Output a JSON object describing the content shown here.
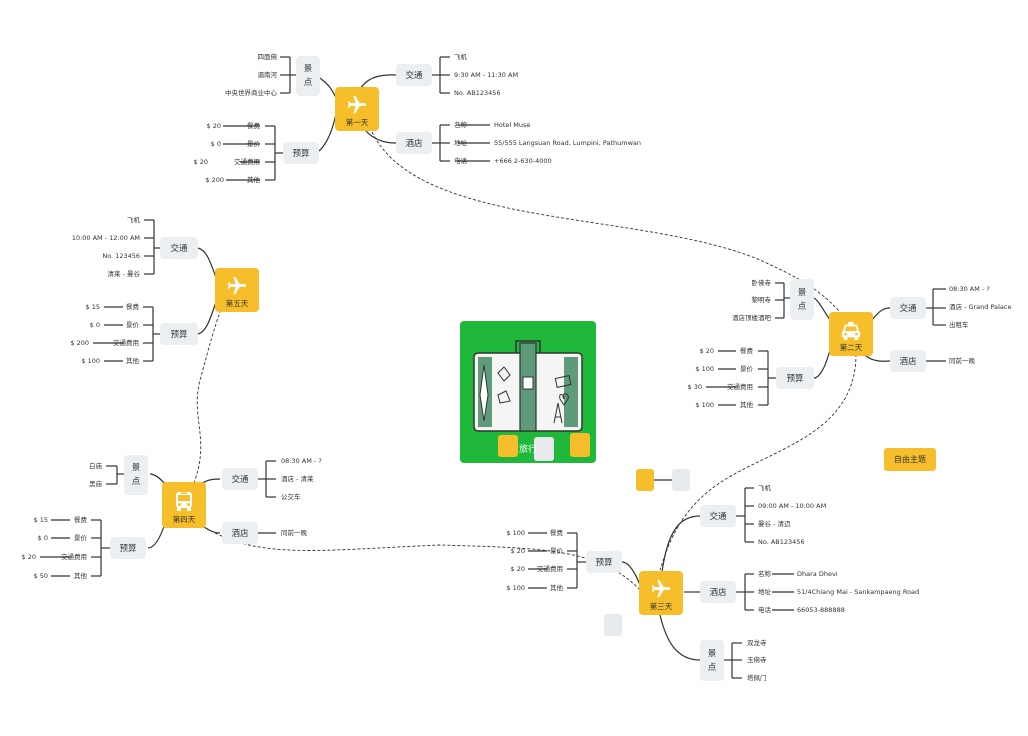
{
  "center": {
    "label": "旅行"
  },
  "free_topic": "自由主题",
  "days": {
    "d1": {
      "label": "第一天",
      "icon": "airplane-icon",
      "transport": {
        "label": "交通",
        "items": [
          "飞机",
          "9:30 AM - 11:30 AM",
          "No. AB123456"
        ]
      },
      "hotel": {
        "label": "酒店",
        "rows": [
          {
            "k": "名称",
            "v": "Hotel Muse"
          },
          {
            "k": "地址",
            "v": "55/555 Langsuan Road, Lumpini, Pathumwan"
          },
          {
            "k": "电话",
            "v": "+666 2-630-4000"
          }
        ]
      },
      "sights": {
        "label1": "景",
        "label2": "点",
        "items": [
          "四面佛",
          "湄南河",
          "中央世界商业中心"
        ]
      },
      "budget": {
        "label": "预算",
        "rows": [
          {
            "amt": "$ 20",
            "item": "餐费"
          },
          {
            "amt": "$ 0",
            "item": "景价"
          },
          {
            "amt": "$ 20",
            "item": "交通费用"
          },
          {
            "amt": "$ 200",
            "item": "其他"
          }
        ]
      }
    },
    "d2": {
      "label": "第二天",
      "icon": "taxi-icon",
      "transport": {
        "label": "交通",
        "items": [
          "08:30 AM - ?",
          "酒店 - Grand Palace",
          "出租车"
        ]
      },
      "hotel": {
        "label": "酒店",
        "note": "同前一晚"
      },
      "sights": {
        "label1": "景",
        "label2": "点",
        "items": [
          "卧佛寺",
          "黎明寺",
          "酒店顶楼酒吧"
        ]
      },
      "budget": {
        "label": "预算",
        "rows": [
          {
            "amt": "$ 20",
            "item": "餐费"
          },
          {
            "amt": "$ 100",
            "item": "景价"
          },
          {
            "amt": "$ 30",
            "item": "交通费用"
          },
          {
            "amt": "$ 100",
            "item": "其他"
          }
        ]
      }
    },
    "d3": {
      "label": "第三天",
      "icon": "airplane-icon",
      "transport": {
        "label": "交通",
        "items": [
          "飞机",
          "09:00 AM - 10:00 AM",
          "曼谷 - 清迈",
          "No. AB123456"
        ]
      },
      "hotel": {
        "label": "酒店",
        "rows": [
          {
            "k": "名称",
            "v": "Dhara Dhevi"
          },
          {
            "k": "地址",
            "v": "51/4Chiang Mai - Sankampaeng Road"
          },
          {
            "k": "电话",
            "v": "66053-888888"
          }
        ]
      },
      "sights": {
        "label1": "景",
        "label2": "点",
        "items": [
          "双龙寺",
          "玉佛寺",
          "塔佩门"
        ]
      },
      "budget": {
        "label": "预算",
        "rows": [
          {
            "amt": "$ 100",
            "item": "餐费"
          },
          {
            "amt": "$ 20",
            "item": "景价"
          },
          {
            "amt": "$ 20",
            "item": "交通费用"
          },
          {
            "amt": "$ 100",
            "item": "其他"
          }
        ]
      }
    },
    "d4": {
      "label": "第四天",
      "icon": "bus-icon",
      "transport": {
        "label": "交通",
        "items": [
          "08:30 AM - ?",
          "酒店 - 清莱",
          "公交车"
        ]
      },
      "hotel": {
        "label": "酒店",
        "note": "同前一晚"
      },
      "sights": {
        "label1": "景",
        "label2": "点",
        "items": [
          "白庙",
          "黑庙"
        ]
      },
      "budget": {
        "label": "预算",
        "rows": [
          {
            "amt": "$ 15",
            "item": "餐费"
          },
          {
            "amt": "$ 0",
            "item": "景价"
          },
          {
            "amt": "$ 20",
            "item": "交通费用"
          },
          {
            "amt": "$ 50",
            "item": "其他"
          }
        ]
      }
    },
    "d5": {
      "label": "第五天",
      "icon": "airplane-icon",
      "transport": {
        "label": "交通",
        "items": [
          "飞机",
          "10:00 AM - 12:00 AM",
          "No. 123456",
          "清莱 - 曼谷"
        ]
      },
      "budget": {
        "label": "预算",
        "rows": [
          {
            "amt": "$ 15",
            "item": "餐费"
          },
          {
            "amt": "$ 0",
            "item": "景价"
          },
          {
            "amt": "$ 200",
            "item": "交通费用"
          },
          {
            "amt": "$ 100",
            "item": "其他"
          }
        ]
      }
    }
  }
}
